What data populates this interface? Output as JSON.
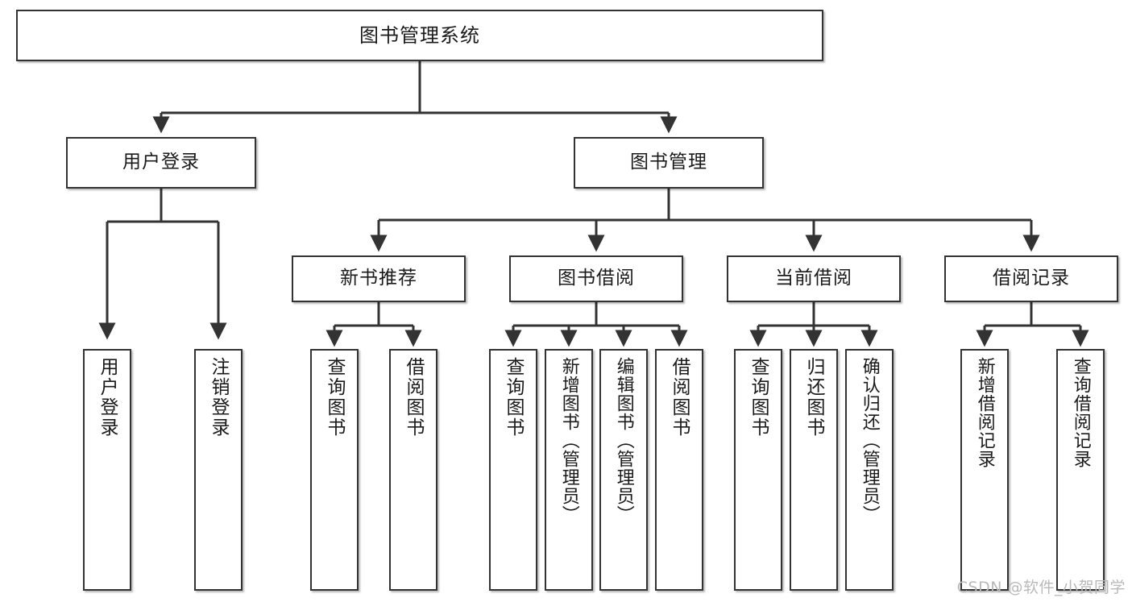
{
  "diagram": {
    "title": "图书管理系统",
    "watermark": "CSDN @软件_小贺同学",
    "colors": {
      "box_border": "#333333",
      "box_fill": "#ffffff",
      "edge": "#333333",
      "text": "#1a1a1a",
      "watermark": "#b9b9b9"
    },
    "levels": {
      "root_label": "图书管理系统",
      "level2": [
        {
          "id": "user-login",
          "label": "用户登录"
        },
        {
          "id": "book-management",
          "label": "图书管理"
        }
      ],
      "level3": [
        {
          "id": "new-book-recommend",
          "label": "新书推荐"
        },
        {
          "id": "book-borrow",
          "label": "图书借阅"
        },
        {
          "id": "current-borrow",
          "label": "当前借阅"
        },
        {
          "id": "borrow-record",
          "label": "借阅记录"
        }
      ],
      "leaves": {
        "user-login": [
          {
            "id": "leaf-user-login",
            "label": "用户登录"
          },
          {
            "id": "leaf-user-logout",
            "label": "注销登录"
          }
        ],
        "new-book-recommend": [
          {
            "id": "leaf-query-book-1",
            "label": "查询图书"
          },
          {
            "id": "leaf-borrow-book-1",
            "label": "借阅图书"
          }
        ],
        "book-borrow": [
          {
            "id": "leaf-query-book-2",
            "label": "查询图书"
          },
          {
            "id": "leaf-add-book",
            "label": "新增图书（管理员）"
          },
          {
            "id": "leaf-edit-book",
            "label": "编辑图书（管理员）"
          },
          {
            "id": "leaf-borrow-book-2",
            "label": "借阅图书"
          }
        ],
        "current-borrow": [
          {
            "id": "leaf-query-book-3",
            "label": "查询图书"
          },
          {
            "id": "leaf-return-book",
            "label": "归还图书"
          },
          {
            "id": "leaf-confirm-return",
            "label": "确认归还（管理员）"
          }
        ],
        "borrow-record": [
          {
            "id": "leaf-add-record",
            "label": "新增借阅记录"
          },
          {
            "id": "leaf-query-record",
            "label": "查询借阅记录"
          }
        ]
      }
    }
  }
}
